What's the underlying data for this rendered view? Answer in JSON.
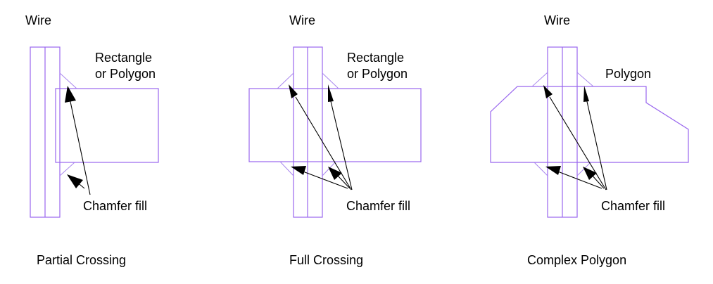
{
  "panels": [
    {
      "title": "Partial Crossing",
      "wire_label": "Wire",
      "shape_label_line1": "Rectangle",
      "shape_label_line2": "or Polygon",
      "chamfer_label": "Chamfer fill"
    },
    {
      "title": "Full Crossing",
      "wire_label": "Wire",
      "shape_label_line1": "Rectangle",
      "shape_label_line2": "or Polygon",
      "chamfer_label": "Chamfer fill"
    },
    {
      "title": "Complex Polygon",
      "wire_label": "Wire",
      "shape_label_line1": "Polygon",
      "shape_label_line2": "",
      "chamfer_label": "Chamfer fill"
    }
  ],
  "colors": {
    "shape_outline": "#9966ee",
    "arrow": "#000000"
  }
}
